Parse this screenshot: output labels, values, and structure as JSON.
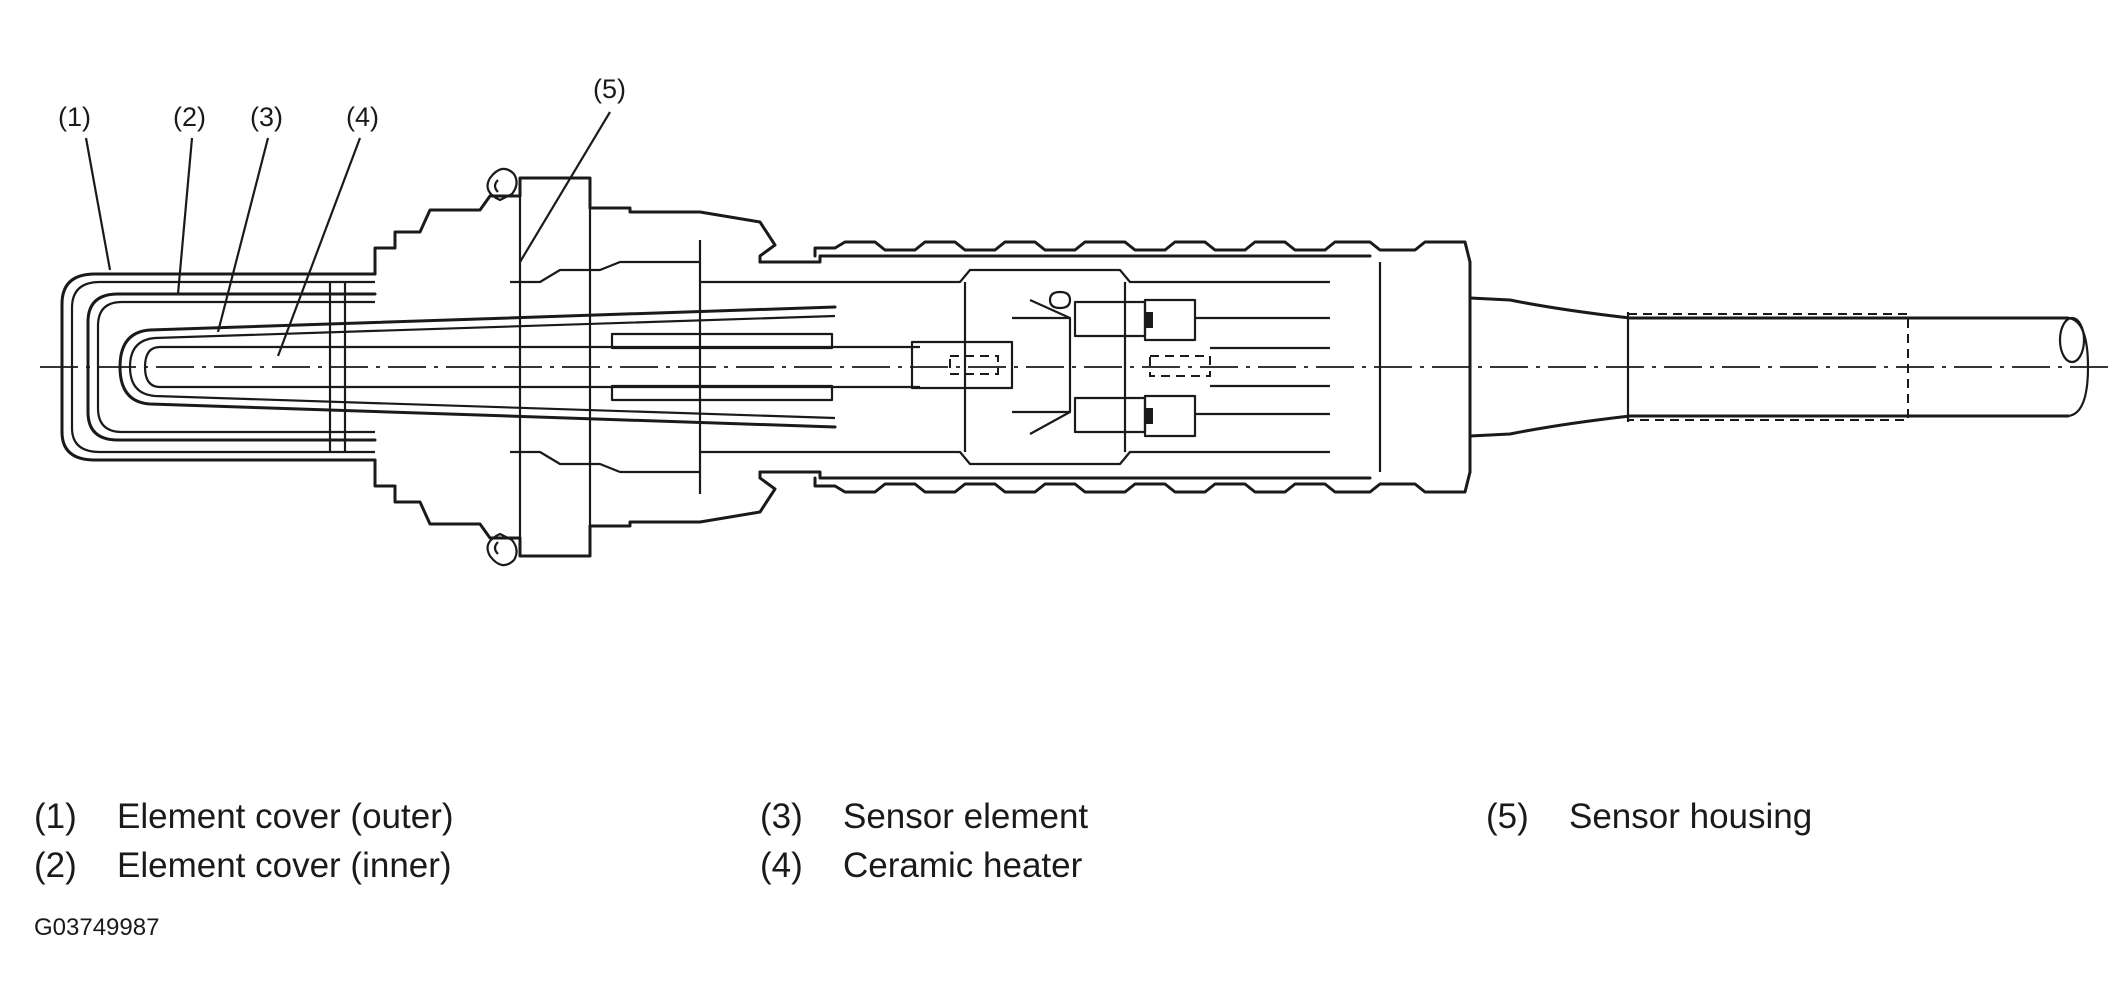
{
  "callouts": [
    {
      "label": "(1)"
    },
    {
      "label": "(2)"
    },
    {
      "label": "(3)"
    },
    {
      "label": "(4)"
    },
    {
      "label": "(5)"
    }
  ],
  "legend": [
    {
      "num": "(1)",
      "text": "Element cover (outer)"
    },
    {
      "num": "(2)",
      "text": "Element cover (inner)"
    },
    {
      "num": "(3)",
      "text": "Sensor element"
    },
    {
      "num": "(4)",
      "text": "Ceramic heater"
    },
    {
      "num": "(5)",
      "text": "Sensor housing"
    }
  ],
  "figure_code": "G03749987"
}
